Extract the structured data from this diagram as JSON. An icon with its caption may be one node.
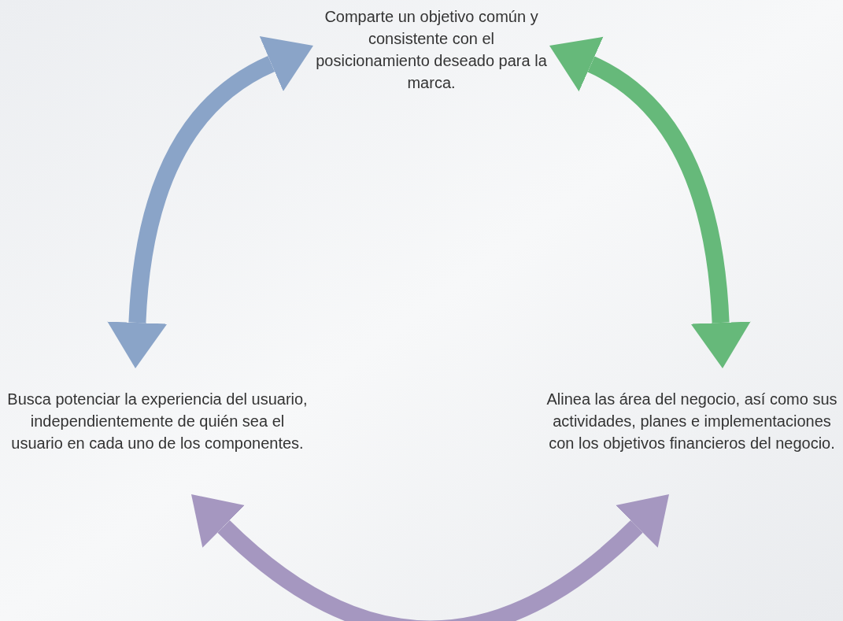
{
  "diagram": {
    "nodes": [
      {
        "text": [
          "Comparte un objetivo común y consistente con el posicionamiento deseado para la marca."
        ]
      },
      {
        "text": [
          "Busca potenciar la experiencia del usuario, independientemente de quién sea el usuario en cada uno de los componentes."
        ]
      },
      {
        "text": [
          "Alinea las área del negocio, así como sus actividades, planes e implementaciones con los objetivos financieros del negocio."
        ]
      }
    ],
    "edges": [
      {
        "from": 1,
        "to": 0,
        "arrow": "both",
        "color": "#8aa4c8"
      },
      {
        "from": 0,
        "to": 2,
        "arrow": "both",
        "color": "#66b97a"
      },
      {
        "from": 1,
        "to": 2,
        "arrow": "both",
        "color": "#a597c0"
      }
    ]
  }
}
